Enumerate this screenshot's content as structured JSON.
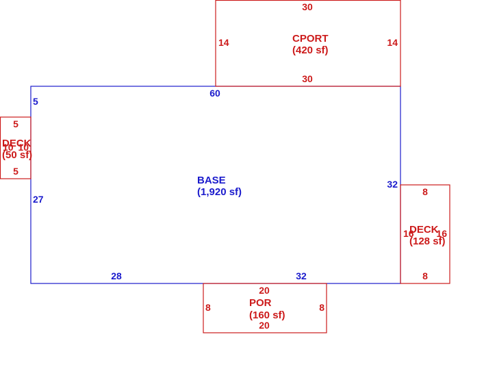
{
  "colors": {
    "base": "#1a1acc",
    "addon": "#cc1a1a",
    "background": "#ffffff"
  },
  "base": {
    "name": "BASE",
    "area": "(1,920 sf)",
    "dims": {
      "top": "60",
      "left_upper": "5",
      "left_lower": "27",
      "right": "32",
      "bottom_left": "28",
      "bottom_right": "32"
    }
  },
  "cport": {
    "name": "CPORT",
    "area": "(420 sf)",
    "dims": {
      "top": "30",
      "bottom": "30",
      "left": "14",
      "right": "14"
    }
  },
  "deck_left": {
    "name": "DECK",
    "area": "(50 sf)",
    "dims": {
      "top": "5",
      "bottom": "5",
      "left": "10",
      "right": "10"
    }
  },
  "deck_right": {
    "name": "DECK",
    "area": "(128 sf)",
    "dims": {
      "top": "8",
      "bottom": "8",
      "left": "16",
      "right": "16"
    }
  },
  "por": {
    "name": "POR",
    "area": "(160 sf)",
    "dims": {
      "top": "20",
      "bottom": "20",
      "left": "8",
      "right": "8"
    }
  }
}
